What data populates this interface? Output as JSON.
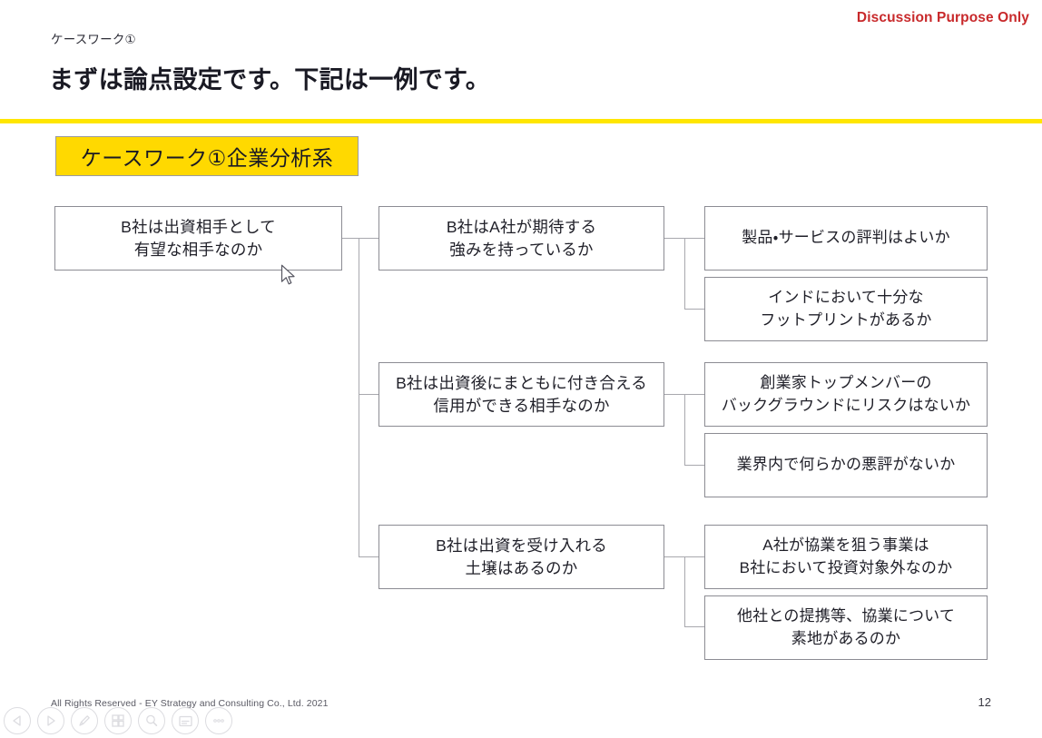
{
  "header": {
    "disclaimer": "Discussion Purpose Only",
    "eyebrow": "ケースワーク①",
    "headline": "まずは論点設定です。下記は一例です。",
    "rule_color": "#ffe600",
    "disclaimer_color": "#c8292b"
  },
  "section_chip": {
    "label": "ケースワーク①企業分析系",
    "fill_color": "#ffd900",
    "border_color": "#9a9aa0"
  },
  "tree": {
    "root": {
      "label": "B社は出資相手として\n有望な相手なのか"
    },
    "branches": [
      {
        "label": "B社はA社が期待する\n強みを持っているか",
        "children": [
          {
            "label": "製品・サービスの評判はよいか"
          },
          {
            "label": "インドにおいて十分な\nフットプリントがあるか"
          }
        ]
      },
      {
        "label": "B社は出資後にまともに付き合える\n信用ができる相手なのか",
        "children": [
          {
            "label": "創業家トップメンバーの\nバックグラウンドにリスクはないか"
          },
          {
            "label": "業界内で何らかの悪評がないか"
          }
        ]
      },
      {
        "label": "B社は出資を受け入れる\n土壌はあるのか",
        "children": [
          {
            "label": "A社が協業を狙う事業は\nB社において投資対象外なのか"
          },
          {
            "label": "他社との提携等、協業について\n素地があるのか"
          }
        ]
      }
    ]
  },
  "footer": {
    "copyright": "All Rights Reserved - EY Strategy and Consulting Co., Ltd.  2021",
    "page_number": "12"
  },
  "toolbar": {
    "buttons": [
      {
        "name": "previous-slide-button",
        "icon": "triangle-left-icon"
      },
      {
        "name": "next-slide-button",
        "icon": "triangle-right-icon"
      },
      {
        "name": "pen-tool-button",
        "icon": "pen-icon"
      },
      {
        "name": "slide-overview-button",
        "icon": "grid-slides-icon"
      },
      {
        "name": "zoom-button",
        "icon": "magnifier-icon"
      },
      {
        "name": "captions-button",
        "icon": "caption-screen-icon"
      },
      {
        "name": "more-options-button",
        "icon": "ellipsis-icon"
      }
    ]
  }
}
